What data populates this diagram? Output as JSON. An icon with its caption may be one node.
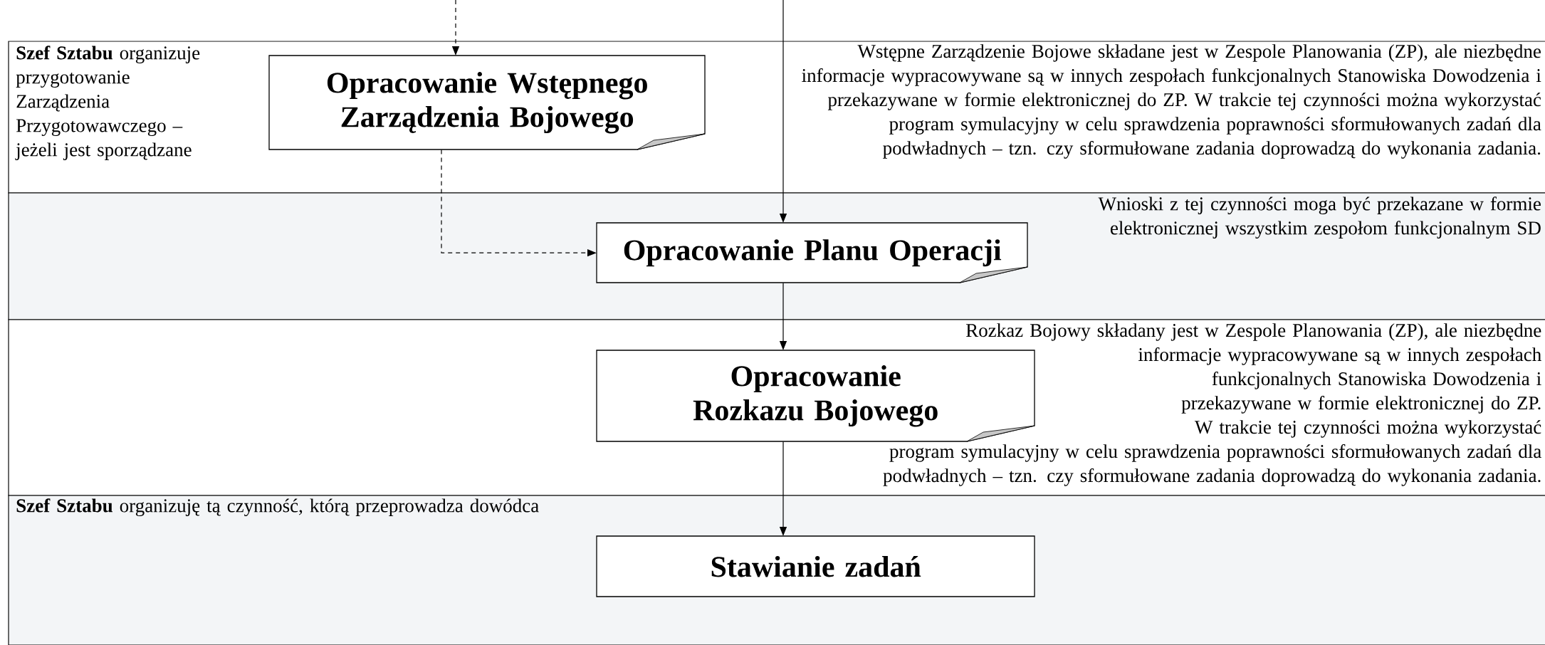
{
  "diagram": {
    "nodes": [
      {
        "text": [
          "**Szef Sztabu** organizuje przygotowanie Zarządzenia Przygotowawczego – jeżeli jest sporządzane",
          "Wstępne Zarządzenie Bojowe składane jest w Zespole Planowania (ZP), ale niezbędne informacje wypracowywane są w innych zespołach funkcjonalnych Stanowiska Dowodzenia i przekazywane w formie elektronicznej do ZP. W trakcie tej czynności można wykorzystać program symulacyjny w celu sprawdzenia poprawności sformułowanych zadań dla podwładnych – tzn. czy sformułowane zadania doprowadzą do wykonania zadania."
        ]
      },
      {
        "text": [
          "Wnioski z tej czynności moga być przekazane w formie elektronicznej wszystkim zespołom funkcjonalnym SD"
        ]
      },
      {
        "text": [
          "Rozkaz Bojowy składany jest w Zespole Planowania (ZP), ale niezbędne informacje wypracowywane są w innych zespołach funkcjonalnych Stanowiska Dowodzenia i przekazywane w formie elektronicznej do ZP. W trakcie tej czynności można wykorzystać program symulacyjny w celu sprawdzenia poprawności sformułowanych zadań dla podwładnych – tzn. czy sformułowane zadania doprowadzą do wykonania zadania."
        ]
      },
      {
        "text": [
          "**Szef Sztabu** organizuję tą czynność, którą przeprowadza dowódca"
        ]
      },
      {
        "text": [
          "Opracowanie Wstępnego Zarządzenia Bojowego"
        ],
        "in": 0
      },
      {
        "text": [
          "Opracowanie Planu Operacji"
        ],
        "in": 1
      },
      {
        "text": [
          "Opracowanie Rozkazu Bojowego"
        ],
        "in": 2
      },
      {
        "text": [
          "Stawianie zadań"
        ],
        "in": 3
      }
    ],
    "edges": [
      {
        "from": null,
        "to": 4,
        "arrow": "to",
        "style": "dashed"
      },
      {
        "from": null,
        "to": 5,
        "arrow": "to"
      },
      {
        "from": 4,
        "to": 5,
        "arrow": "to",
        "style": "dashed"
      },
      {
        "from": 5,
        "to": 6,
        "arrow": "to"
      },
      {
        "from": 6,
        "to": 7,
        "arrow": "to"
      }
    ]
  }
}
